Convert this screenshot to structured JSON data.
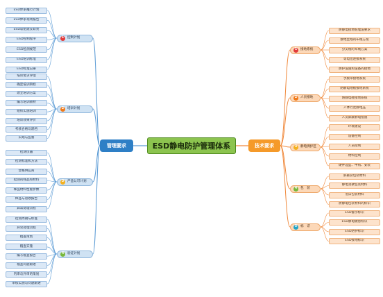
{
  "central": "ESD静电防护管理体系",
  "left_main": "管理要求",
  "right_main": "技术要求",
  "left_branches": [
    {
      "num": "1",
      "label": "控制计划",
      "items": [
        "ESD体系推行计划",
        "ESD体系现场报告",
        "ESD软组建支职责",
        "ESD控制程序",
        "ESD检测规范",
        "ESD培训标准",
        "ESD标准记录"
      ]
    },
    {
      "num": "2",
      "label": "培训计划",
      "items": [
        "培训需求评估",
        "确定培训目标",
        "建立培训方案",
        "编写培训教材",
        "组织实施培训",
        "培训效果评价",
        "考核合格与建档",
        "实践与监督"
      ]
    },
    {
      "num": "3",
      "label": "产品认可计划",
      "items": [
        "检测仪器",
        "检测标准和方法",
        "合格供应商",
        "检测的样品和材料",
        "样品材料性能参数",
        "样品与验收报告",
        "异常处理流程"
      ]
    },
    {
      "num": "4",
      "label": "验证计划",
      "items": [
        "检测周期与标准",
        "异常处理流程",
        "稽查策划",
        "稽查实施",
        "编写稽查报告",
        "稽查问题跟进",
        "内审与外审的策划",
        "审核实施与问题跟进"
      ]
    }
  ],
  "right_branches": [
    {
      "num": "1",
      "label": "接地系统",
      "items": [
        "防静电接地桩埋设要求",
        "接地主线的布线方案",
        "分支线的布线方案",
        "等电位连接系统",
        "防护设施和设备的接地"
      ]
    },
    {
      "num": "2",
      "label": "人员接地",
      "items": [
        "手腕带接地系统",
        "防静电地板接地系统",
        "防静电鞋接地系统",
        "人体行走静电压",
        "人员屏蔽静电措施"
      ]
    },
    {
      "num": "3",
      "label": "静电保护区",
      "items": [
        "环境建设",
        "设备控制",
        "人员控制",
        "材料控制",
        "硬件选型、申购、安装"
      ]
    },
    {
      "num": "4",
      "label": "包　装",
      "items": [
        "屏蔽袋包装材料",
        "静电消散包装材料",
        "泡沫包装材料",
        "防静电包装材料的标识"
      ]
    },
    {
      "num": "5",
      "label": "标　识",
      "items": [
        "ESD警示标识",
        "ESD静电敏感标识",
        "ESD防护标识",
        "ESD接地标识"
      ]
    }
  ],
  "colors": {
    "left_line": "#5b9bd5",
    "right_line": "#f0883a",
    "central_fill": "#8cc44f"
  }
}
